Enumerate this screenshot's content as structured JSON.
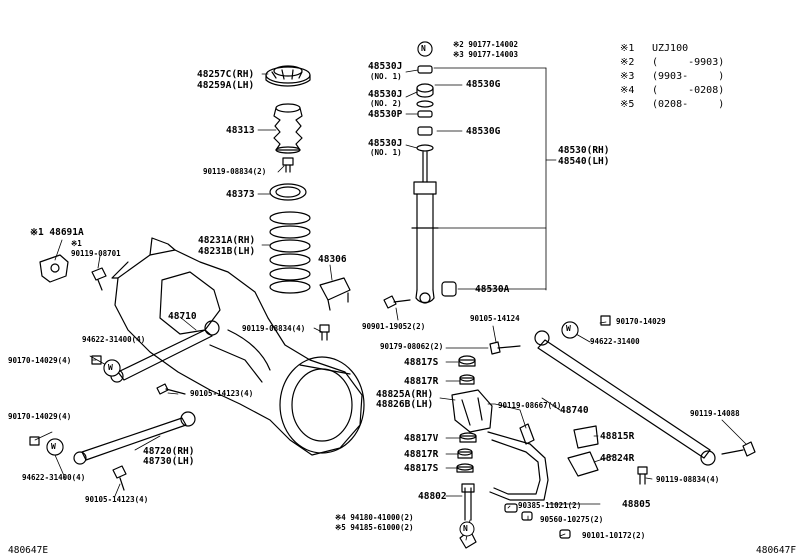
{
  "legend": [
    {
      "mark": "※1",
      "text": "UZJ100"
    },
    {
      "mark": "※2",
      "text": "(     -9903)"
    },
    {
      "mark": "※3",
      "text": "(9903-     )"
    },
    {
      "mark": "※4",
      "text": "(     -0208)"
    },
    {
      "mark": "※5",
      "text": "(0208-     )"
    }
  ],
  "footer": {
    "left": "480647E",
    "right": "480647F"
  },
  "parts": {
    "p48257c": "48257C(RH)",
    "p48259a": "48259A(LH)",
    "p48313": "48313",
    "p90119_2a": "90119-08834(2)",
    "p48373": "48373",
    "p48231a": "48231A(RH)",
    "p48231b": "48231B(LH)",
    "p48306": "48306",
    "p90119_4a": "90119-08834(4)",
    "p48691a": "※1 48691A",
    "p90119_08701_mark": "※1",
    "p90119_08701": "90119-08701",
    "p48710": "48710",
    "p94622_4a": "94622-31400(4)",
    "p90170_4a": "90170-14029(4)",
    "p90105_4a": "90105-14123(4)",
    "p90170_4b": "90170-14029(4)",
    "p48720": "48720(RH)",
    "p48730": "48730(LH)",
    "p94622_4b": "94622-31400(4)",
    "p90105_4b": "90105-14123(4)",
    "p90177_a": "※2 90177-14002",
    "p90177_b": "※3 90177-14003",
    "p48530j_1": "48530J",
    "p48530j_1n": "(NO. 1)",
    "p48530j_2": "48530J",
    "p48530j_2n": "(NO. 2)",
    "p48530p": "48530P",
    "p48530j_3": "48530J",
    "p48530j_3n": "(NO. 1)",
    "p48530g_1": "48530G",
    "p48530g_2": "48530G",
    "p48530": "48530(RH)",
    "p48540": "48540(LH)",
    "p48530a": "48530A",
    "p90901": "90901-19052(2)",
    "p90105_14124": "90105-14124",
    "p90179": "90179-08062(2)",
    "p48817s_1": "48817S",
    "p48817r_1": "48817R",
    "p48825a": "48825A(RH)",
    "p48826b": "48826B(LH)",
    "p90119_08667": "90119-08667(4)",
    "p48740": "48740",
    "p48817v": "48817V",
    "p48817r_2": "48817R",
    "p48817s_2": "48817S",
    "p48815r": "48815R",
    "p48824r": "48824R",
    "p90119_4b": "90119-08834(4)",
    "p48802": "48802",
    "p94180": "※4 94180-41000(2)",
    "p94185": "※5 94185-61000(2)",
    "p90385": "90385-11021(2)",
    "p48805": "48805",
    "p90560": "90560-10275(2)",
    "p90101": "90101-10172(2)",
    "p90170_14029": "90170-14029",
    "p94622_31400": "94622-31400",
    "p90119_14088": "90119-14088",
    "washer_mark": "W",
    "nut_mark": "N"
  }
}
